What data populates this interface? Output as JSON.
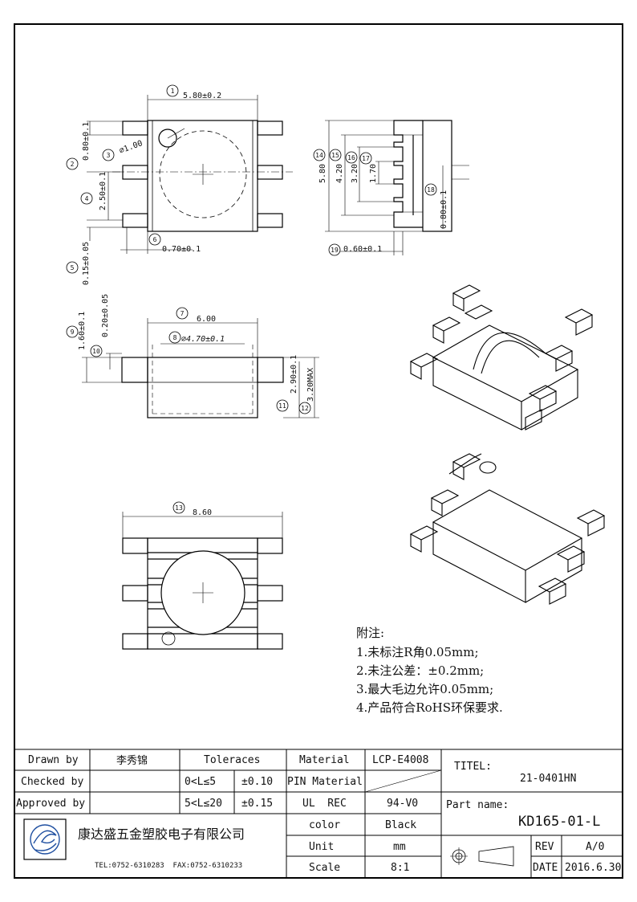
{
  "dims": {
    "d1": "5.80±0.2",
    "d2": "0.80±0.1",
    "d3": "⌀1.00",
    "d4": "2.50±0.1",
    "d5": "0.15±0.05",
    "d6": "0.70±0.1",
    "d7": "6.00",
    "d8": "⌀4.70±0.1",
    "d9": "1.60±0.1",
    "d10": "0.20±0.05",
    "d11": "2.90±0.1",
    "d12": "3.20MAX",
    "d13": "8.60",
    "d14": "5.80",
    "d15": "4.20",
    "d16": "3.20",
    "d17": "1.70",
    "d18": "0.80±0.1",
    "d19": "0.60±0.1"
  },
  "balloons": [
    "1",
    "2",
    "3",
    "4",
    "5",
    "6",
    "7",
    "8",
    "9",
    "10",
    "11",
    "12",
    "13",
    "14",
    "15",
    "16",
    "17",
    "18",
    "19"
  ],
  "notes": {
    "heading": "附注:",
    "items": [
      "1.未标注R角0.05mm;",
      "2.未注公差：±0.2mm;",
      "3.最大毛边允许0.05mm;",
      "4.产品符合RoHS环保要求."
    ]
  },
  "title_block": {
    "drawn_by_label": "Drawn by",
    "drawn_by": "李秀锦",
    "checked_by_label": "Checked by",
    "approved_by_label": "Approved by",
    "tolerances_label": "Toleraces",
    "tol_range1": "0<L≤5",
    "tol_value1": "±0.10",
    "tol_range2": "5<L≤20",
    "tol_value2": "±0.15",
    "material_label": "Material",
    "material": "LCP-E4008",
    "pin_material_label": "PIN Material",
    "ul_label": "UL  REC",
    "ul": "94-V0",
    "color_label": "color",
    "color": "Black",
    "unit_label": "Unit",
    "unit": "mm",
    "scale_label": "Scale",
    "scale": "8:1",
    "titel_label": "TITEL:",
    "titel": "21-0401HN",
    "part_name_label": "Part name:",
    "part_name": "KD165-01-L",
    "rev_label": "REV",
    "rev": "A/0",
    "date_label": "DATE",
    "date": "2016.6.30",
    "company": "康达盛五金塑胶电子有限公司",
    "contact": "TEL:0752-6310283  FAX:0752-6310233"
  }
}
